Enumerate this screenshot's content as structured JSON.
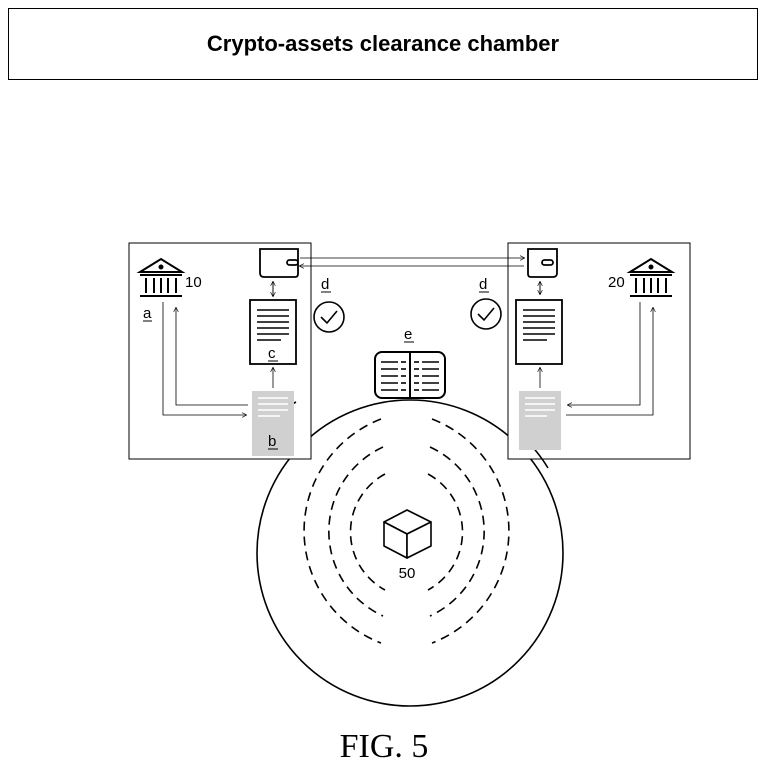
{
  "title": "Crypto-assets clearance chamber",
  "figure_caption": "FIG. 5",
  "labels": {
    "a": "a",
    "b": "b",
    "c": "c",
    "d_left": "d",
    "d_right": "d",
    "e": "e",
    "party_left": "10",
    "party_right": "20",
    "blockchain": "50"
  },
  "icons": {
    "institution": "bank-icon",
    "wallet": "wallet-icon",
    "document": "document-icon",
    "check": "checkmark-circle-icon",
    "ledger": "ledger-book-icon",
    "block": "cube-icon"
  },
  "colors": {
    "stroke": "#000000",
    "shaded_document": "#d0d0d0",
    "background": "#ffffff"
  }
}
